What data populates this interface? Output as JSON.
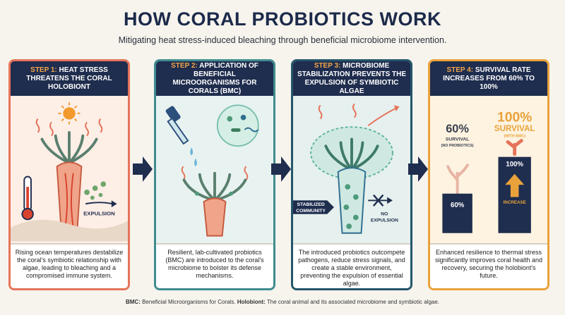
{
  "title": "HOW CORAL PROBIOTICS WORK",
  "subtitle": "Mitigating heat stress-induced bleaching through beneficial microbiome intervention.",
  "steps": [
    {
      "step": "STEP 1:",
      "heading": "HEAT STRESS THREATENS THE CORAL HOLOBIONT",
      "labels": {
        "expulsion": "EXPULSION"
      },
      "description": "Rising ocean temperatures destabilize the coral's symbiotic relationship with algae, leading to bleaching and a compromised immune system."
    },
    {
      "step": "STEP 2:",
      "heading": "APPLICATION OF BENEFICIAL MICROORGANISMS FOR CORALS (BMC)",
      "description": "Resilient, lab-cultivated probiotics (BMC) are introduced to the coral's microbiome to bolster its defense mechanisms."
    },
    {
      "step": "STEP 3:",
      "heading": "MICROBIOME STABILIZATION PREVENTS THE EXPULSION OF SYMBIOTIC ALGAE",
      "labels": {
        "stabilized_1": "STABILIZED",
        "stabilized_2": "COMMUNITY",
        "no_expulsion_1": "NO",
        "no_expulsion_2": "EXPULSION"
      },
      "description": "The introduced probiotics outcompete pathogens, reduce stress signals, and create a stable environment, preventing the expulsion of essential algae."
    },
    {
      "step": "STEP 4:",
      "heading": "SURVIVAL RATE INCREASES FROM 60% TO 100%",
      "labels": {
        "pct60": "60%",
        "survival60": "SURVIVAL",
        "noprobiotics": "(NO PROBIOTICS)",
        "pct100": "100%",
        "survival100": "SURVIVAL",
        "withbmc": "(WITH BMC)",
        "bar60": "60%",
        "bar100": "100%",
        "increase": "INCREASE"
      },
      "description": "Enhanced resilience to thermal stress significantly improves coral health and recovery, securing the holobiont's future."
    }
  ],
  "chart_data": {
    "type": "bar",
    "categories": [
      "No probiotics",
      "With BMC"
    ],
    "values": [
      60,
      100
    ],
    "ylabel": "",
    "title": ""
  },
  "footer": {
    "bmc_term": "BMC:",
    "bmc_def": "Beneficial Microorganisms for Corals.",
    "holo_term": "Holobiont:",
    "holo_def": "The coral animal and its associated microbiome and symbiotic algae."
  },
  "colors": {
    "navy": "#1f2d4e",
    "coral": "#e5745a",
    "teal": "#3f8c8f",
    "orange": "#e9a23a"
  }
}
